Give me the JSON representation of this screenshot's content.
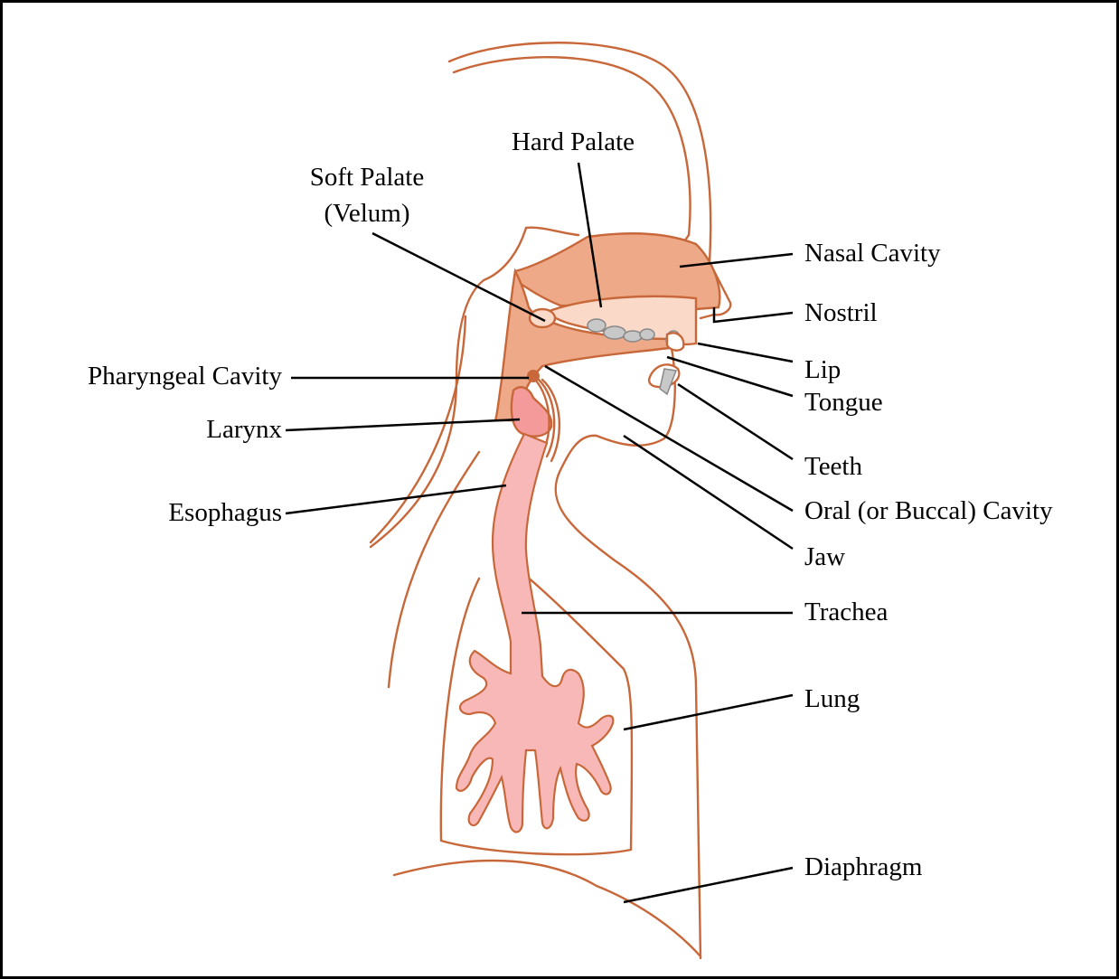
{
  "labels": {
    "hard_palate": "Hard Palate",
    "soft_palate_line1": "Soft Palate",
    "soft_palate_line2": "(Velum)",
    "nasal_cavity": "Nasal Cavity",
    "nostril": "Nostril",
    "pharyngeal_cavity": "Pharyngeal Cavity",
    "lip": "Lip",
    "tongue": "Tongue",
    "larynx": "Larynx",
    "teeth": "Teeth",
    "esophagus": "Esophagus",
    "oral_cavity": "Oral (or Buccal) Cavity",
    "jaw": "Jaw",
    "trachea": "Trachea",
    "lung": "Lung",
    "diaphragm": "Diaphragm"
  },
  "colors": {
    "outline": "#c8683a",
    "cavity_fill": "#eeaa88",
    "light_fill": "#fbd9c8",
    "airway_fill": "#f9b8b8",
    "larynx_fill": "#f49a9a",
    "teeth_fill": "#c8c8c8",
    "leader": "#000000"
  }
}
